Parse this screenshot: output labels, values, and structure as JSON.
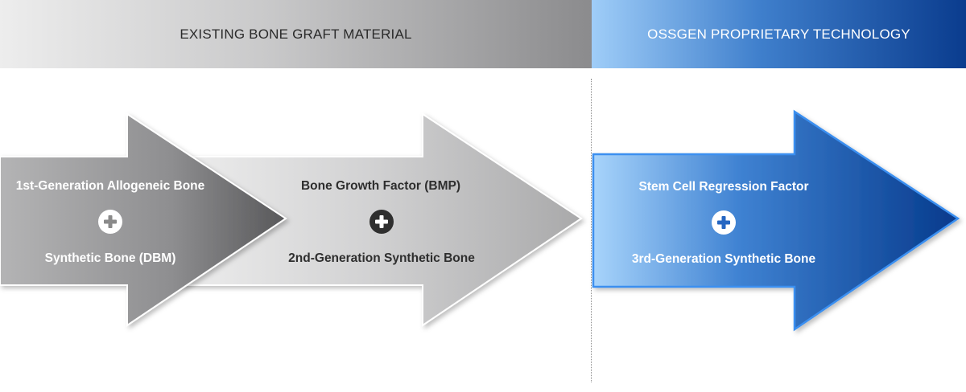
{
  "header": {
    "existing_title": "EXISTING BONE GRAFT MATERIAL",
    "ossgen_title": "OSSGEN PROPRIETARY TECHNOLOGY"
  },
  "stages": [
    {
      "top_label": "1st-Generation Allogeneic Bone",
      "bottom_label": "Synthetic Bone (DBM)"
    },
    {
      "top_label": "Bone Growth Factor (BMP)",
      "bottom_label": "2nd-Generation Synthetic Bone"
    },
    {
      "top_label": "Stem Cell Regression Factor",
      "bottom_label": "3rd-Generation Synthetic Bone"
    }
  ],
  "colors": {
    "gray_dark": "#5c5c5e",
    "gray_light": "#e4e4e4",
    "blue_light": "#a6d2fa",
    "blue_dark": "#063a8c",
    "blue_border": "#3b8ff0"
  },
  "icons": [
    "plus-circle-icon",
    "plus-circle-icon",
    "plus-circle-icon"
  ]
}
